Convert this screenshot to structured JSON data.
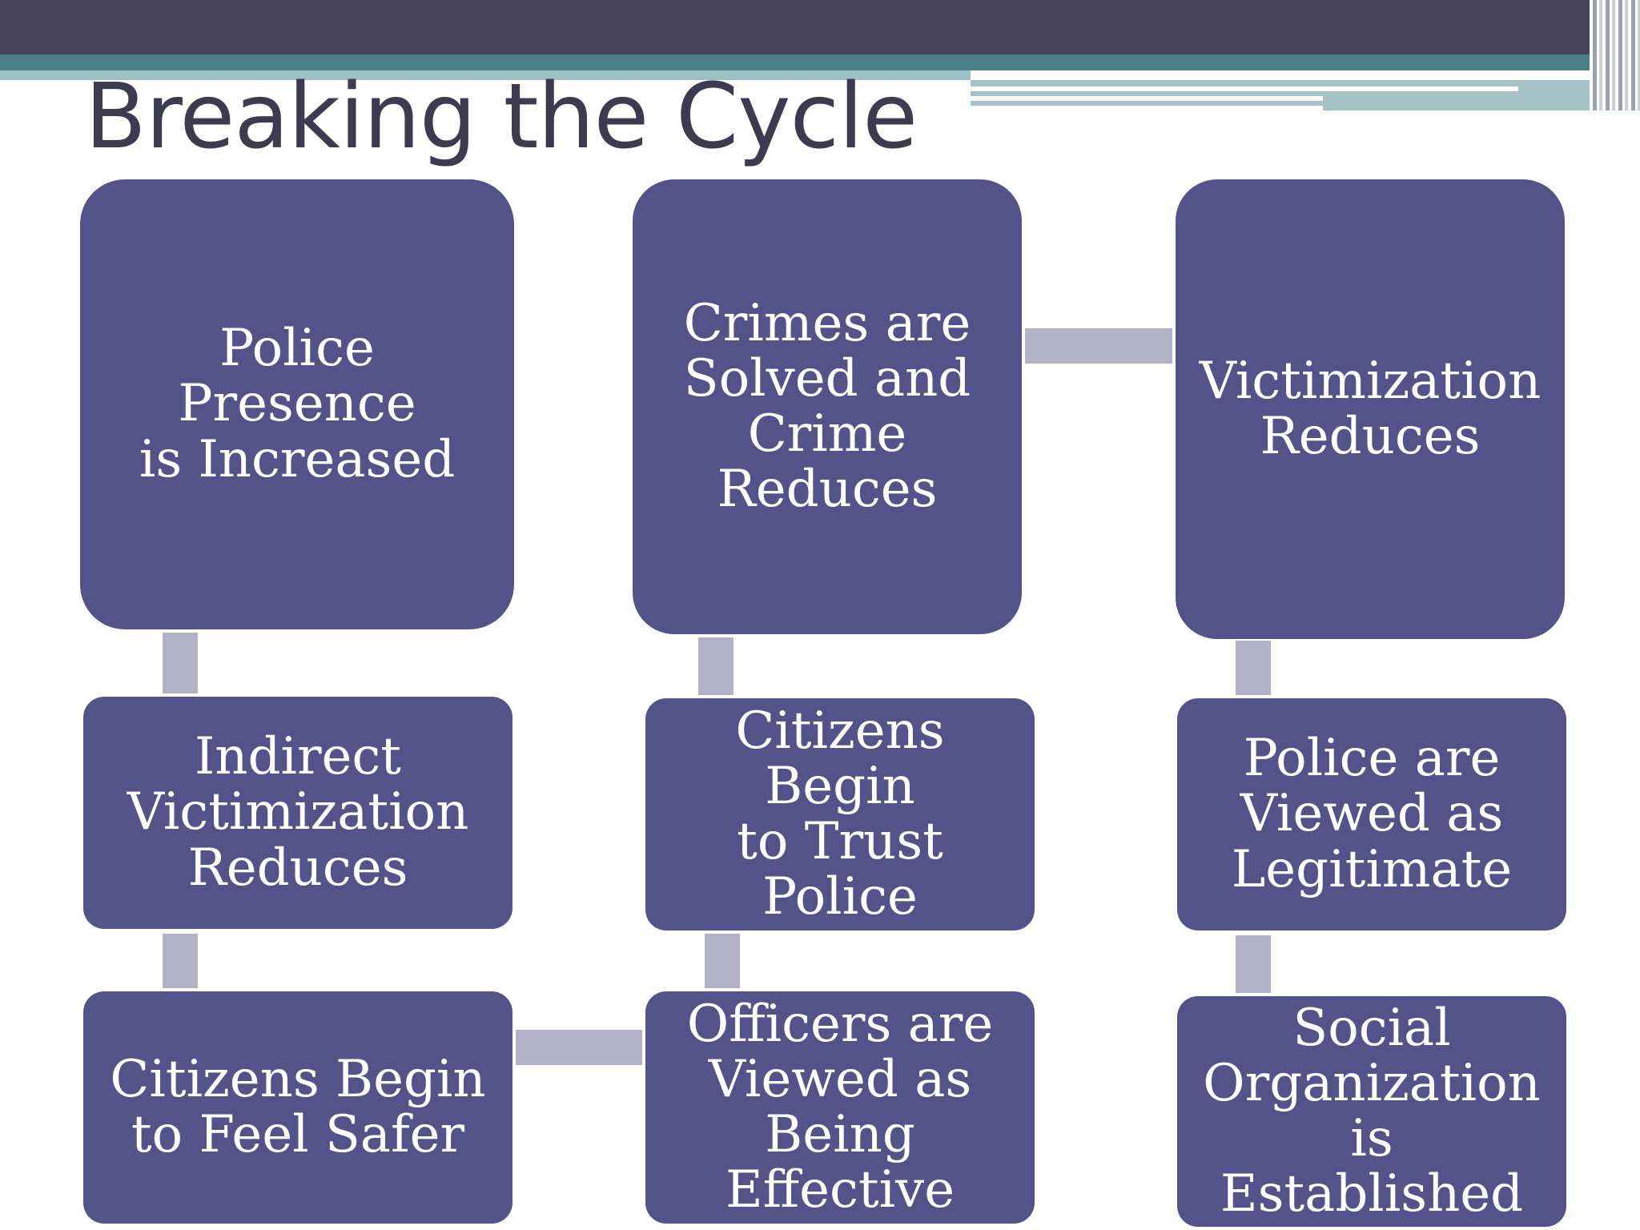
{
  "slide": {
    "title": "Breaking the Cycle"
  },
  "diagram": {
    "boxes": [
      {
        "id": "police-presence",
        "lines": [
          "Police Presence",
          "is Increased"
        ]
      },
      {
        "id": "crimes-solved",
        "lines": [
          "Crimes are",
          "Solved and",
          "Crime",
          "Reduces"
        ]
      },
      {
        "id": "victimization-reduces",
        "lines": [
          "Victimization",
          "Reduces"
        ]
      },
      {
        "id": "indirect-victimization",
        "lines": [
          "Indirect",
          "Victimization",
          "Reduces"
        ]
      },
      {
        "id": "citizens-trust",
        "lines": [
          "Citizens Begin",
          "to Trust",
          "Police"
        ]
      },
      {
        "id": "police-legitimate",
        "lines": [
          "Police are",
          "Viewed as",
          "Legitimate"
        ]
      },
      {
        "id": "citizens-safer",
        "lines": [
          "Citizens Begin",
          "to Feel Safer"
        ]
      },
      {
        "id": "officers-effective",
        "lines": [
          "Officers are",
          "Viewed as",
          "Being",
          "Effective"
        ]
      },
      {
        "id": "social-organization",
        "lines": [
          "Social",
          "Organization",
          "is Established"
        ]
      }
    ],
    "colors": {
      "box_fill": "#545389",
      "connector": "#b2b1c8",
      "title_text": "#3c3b50"
    }
  }
}
